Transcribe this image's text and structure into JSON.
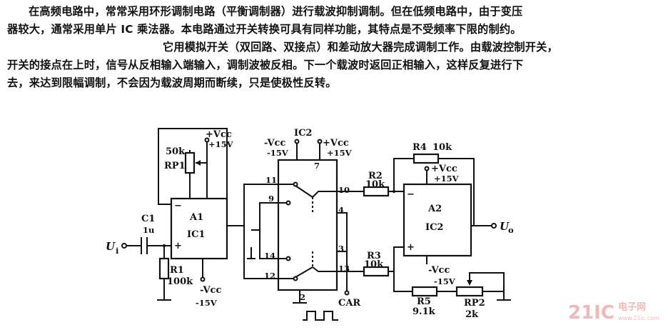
{
  "text": {
    "p1_l1": "在高频电路中，常常采用环形调制电路（平衡调制器）进行载波抑制调制。但在低频电路中，由于变压",
    "p1_l2": "器较大，通常采用单片 IC 乘法器。本电路通过开关转换可具有同样功能，其特点是不受频率下限的制约。",
    "p2_l1": "它用模拟开关（双回路、双接点）和差动放大器完成调制工作。由载波控制开关，",
    "p2_l2": "开关的接点在上时，信号从反相输入端输入，调制波被反相。下一个载波时返回正相输入，这样反复进行下",
    "p2_l3": "去，来达到限幅调制，不会因为载波周期而断续，只是使极性反转。"
  },
  "circuit": {
    "a1": {
      "name": "A1",
      "ic": "IC1",
      "minus": "−",
      "plus": "+"
    },
    "a2": {
      "name": "A2",
      "ic": "IC2",
      "minus": "−",
      "plus": "+"
    },
    "ic2_switch": {
      "name": "IC2",
      "pins": [
        "11",
        "9",
        "14",
        "12",
        "10",
        "4",
        "3",
        "13",
        "7",
        "2"
      ]
    },
    "c1": {
      "ref": "C1",
      "value": "1u"
    },
    "r1": {
      "ref": "R1",
      "value": "100k"
    },
    "rp1": {
      "ref": "RP1",
      "value": "50k"
    },
    "r2": {
      "ref": "R2",
      "value": "10k"
    },
    "r3": {
      "ref": "R3",
      "value": "10k"
    },
    "r4": {
      "ref": "R4",
      "value": "10k"
    },
    "r5": {
      "ref": "R5",
      "value": "9.1k"
    },
    "rp2": {
      "ref": "RP2",
      "value": "2k"
    },
    "supply_pos": {
      "label": "+Vcc",
      "value": "+15V"
    },
    "supply_neg": {
      "label": "-Vcc",
      "value": "-15V"
    },
    "input": {
      "main": "U",
      "sub": "i"
    },
    "output": {
      "main": "U",
      "sub": "o"
    },
    "carrier": "CAR"
  },
  "watermark": {
    "logo": "21IC",
    "cn": "电子网",
    "url": "www.21ic.com"
  }
}
